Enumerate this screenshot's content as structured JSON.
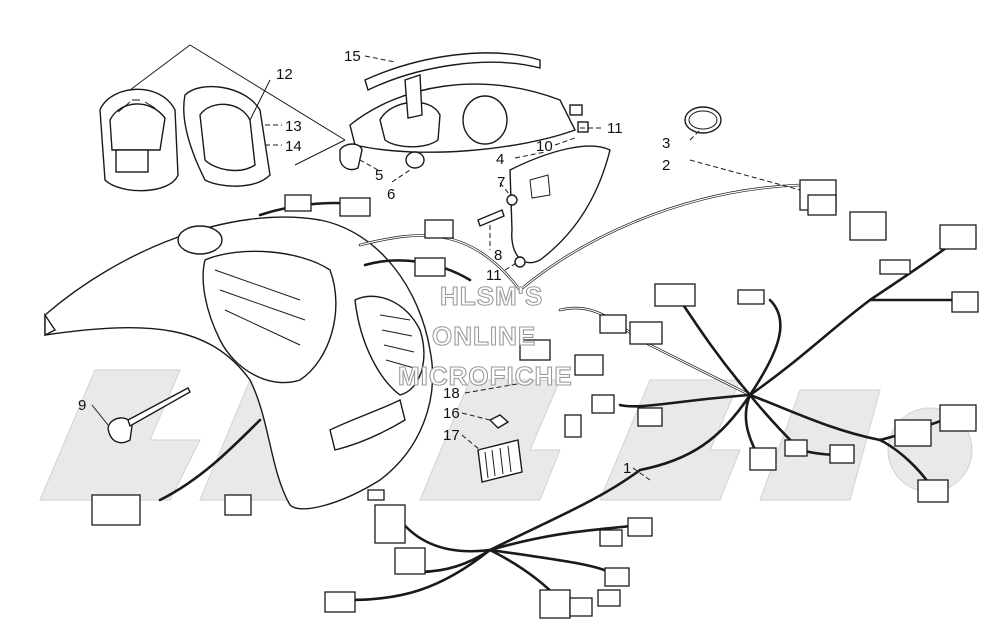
{
  "watermark": {
    "line1": "HLSM'S",
    "line2": "ONLINE",
    "line3": "MICROFICHE"
  },
  "callouts": [
    {
      "id": "12",
      "label": "12"
    },
    {
      "id": "13",
      "label": "13"
    },
    {
      "id": "14",
      "label": "14"
    },
    {
      "id": "15",
      "label": "15"
    },
    {
      "id": "11a",
      "label": "11"
    },
    {
      "id": "10",
      "label": "10"
    },
    {
      "id": "4",
      "label": "4"
    },
    {
      "id": "5",
      "label": "5"
    },
    {
      "id": "6",
      "label": "6"
    },
    {
      "id": "7",
      "label": "7"
    },
    {
      "id": "8",
      "label": "8"
    },
    {
      "id": "11b",
      "label": "11"
    },
    {
      "id": "3",
      "label": "3"
    },
    {
      "id": "2",
      "label": "2"
    },
    {
      "id": "9",
      "label": "9"
    },
    {
      "id": "18",
      "label": "18"
    },
    {
      "id": "16",
      "label": "16"
    },
    {
      "id": "17",
      "label": "17"
    },
    {
      "id": "1",
      "label": "1"
    }
  ]
}
